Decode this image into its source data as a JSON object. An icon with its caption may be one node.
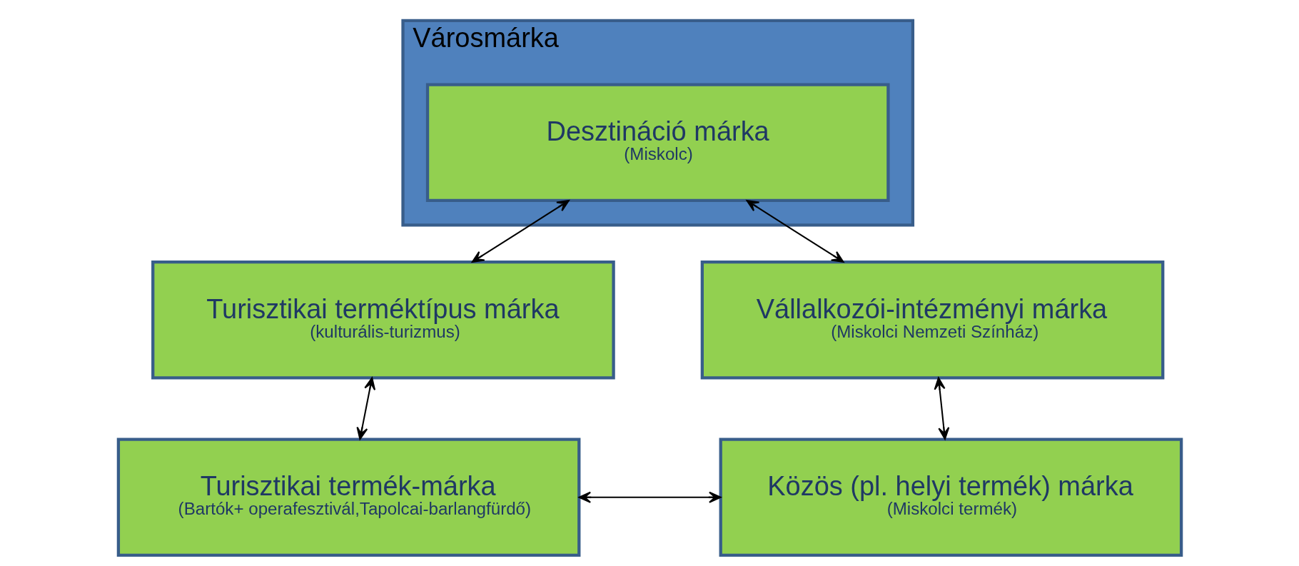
{
  "diagram": {
    "nodes": [
      {
        "text": [
          "Városmárka"
        ]
      },
      {
        "text": [
          "Desztináció márka",
          "(Miskolc)"
        ],
        "in": 0
      },
      {
        "text": [
          "Turisztikai terméktípus márka",
          "(kulturális-turizmus)"
        ]
      },
      {
        "text": [
          "Vállalkozói-intézményi márka",
          "(Miskolci Nemzeti Színház)"
        ]
      },
      {
        "text": [
          "Turisztikai termék-márka",
          "(Bartók+ operafesztivál,Tapolcai-barlangfürdő)"
        ]
      },
      {
        "text": [
          "Közös (pl. helyi termék) márka",
          "(Miskolci termék)"
        ]
      }
    ],
    "edges": [
      {
        "from": 1,
        "to": 2,
        "arrow": "both"
      },
      {
        "from": 1,
        "to": 3,
        "arrow": "both"
      },
      {
        "from": 2,
        "to": 4,
        "arrow": "both"
      },
      {
        "from": 3,
        "to": 5,
        "arrow": "both"
      },
      {
        "from": 4,
        "to": 5,
        "arrow": "both"
      }
    ]
  }
}
